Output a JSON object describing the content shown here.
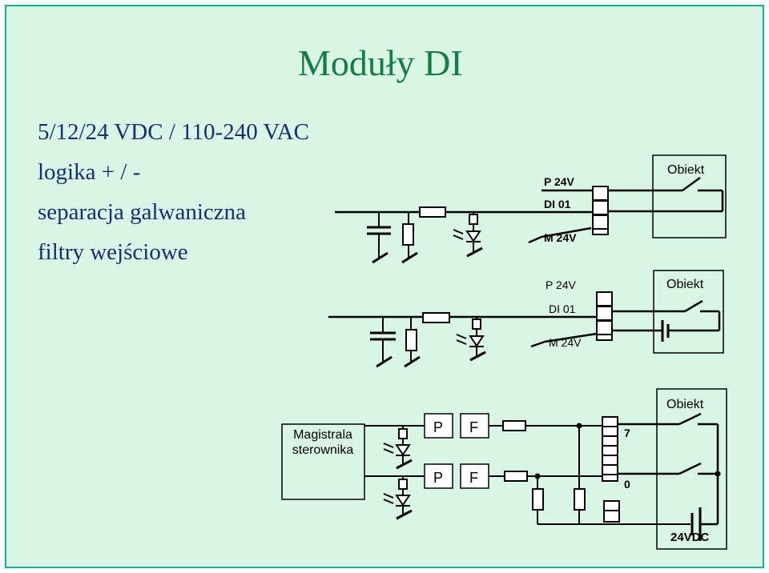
{
  "title": "Moduły DI",
  "bullets": [
    "5/12/24 VDC / 110-240 VAC",
    "logika + / -",
    "separacja galwaniczna",
    "filtry wejściowe"
  ],
  "diagram1": {
    "p24": "P 24V",
    "di01": "DI 01",
    "m24": "M 24V",
    "obiekt": "Obiekt"
  },
  "diagram2": {
    "p24": "P 24V",
    "di01": "DI 01",
    "m24": "M 24V",
    "obiekt": "Obiekt"
  },
  "diagram3": {
    "bus_line1": "Magistrala",
    "bus_line2": "sterownika",
    "p1": "P",
    "f1": "F",
    "p2": "P",
    "f2": "F",
    "ch7": "7",
    "ch0": "0",
    "obiekt": "Obiekt",
    "supply": "24VDC"
  }
}
